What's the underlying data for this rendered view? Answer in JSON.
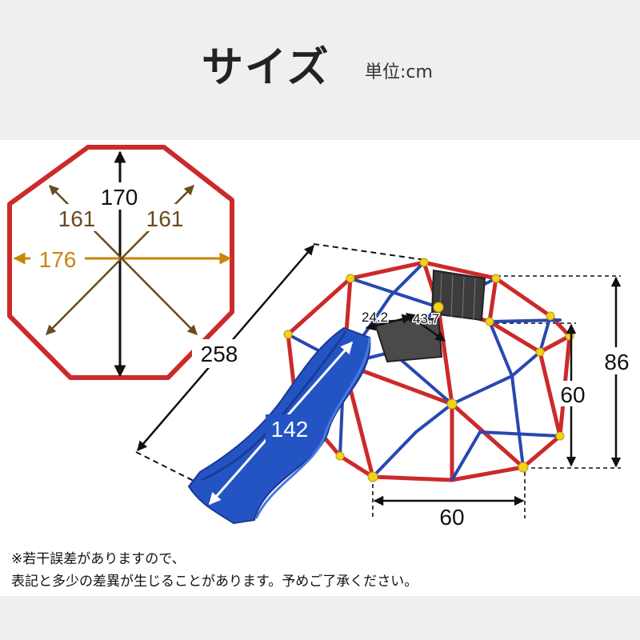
{
  "header": {
    "title": "サイズ",
    "unit": "単位:cm"
  },
  "top_view": {
    "height_label": "170",
    "diag_left_label": "161",
    "diag_right_label": "161",
    "width_label": "176"
  },
  "side_view": {
    "diagonal_label": "258",
    "slide_label": "142",
    "platform_left_label": "24.2",
    "platform_right_label": "43.7",
    "inner_height_label": "60",
    "total_height_label": "86",
    "base_width_label": "60"
  },
  "notes": {
    "line1": "※若干誤差がありますので、",
    "line2": "表記と多少の差異が生じることがあります。予めご了承ください。"
  },
  "colors": {
    "frame_red": "#cc2a2a",
    "frame_blue": "#2848b0",
    "slide_blue": "#2454c4",
    "width_arrow": "#c8860a",
    "diag_arrow": "#6b4a1e",
    "dim_black": "#111111",
    "joint_yellow": "#f2d21a"
  }
}
